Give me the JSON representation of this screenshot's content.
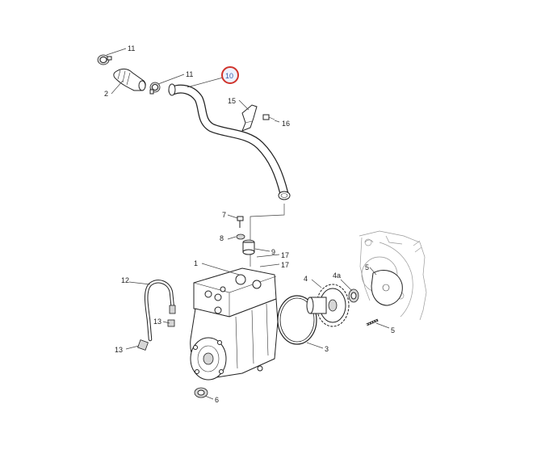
{
  "diagram": {
    "highlight_color": "#d0342c",
    "labels": {
      "l11a": "11",
      "l2": "2",
      "l11b": "11",
      "l10": "10",
      "l15": "15",
      "l16": "16",
      "l7": "7",
      "l8": "8",
      "l9": "9",
      "l17a": "17",
      "l17b": "17",
      "l1": "1",
      "l12": "12",
      "l4": "4",
      "l4a": "4a",
      "l5a": "5",
      "l5b": "5",
      "l3": "3",
      "l13a": "13",
      "l13b": "13",
      "l6": "6"
    }
  }
}
